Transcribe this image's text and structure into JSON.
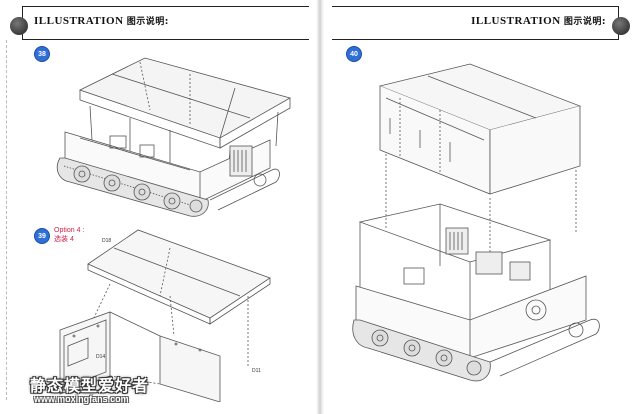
{
  "left_page": {
    "header_title": "ILLUSTRATION",
    "header_title_cn": "图示说明:",
    "steps": [
      {
        "number": "38"
      },
      {
        "number": "39",
        "option_label": "Option 4 :",
        "option_label_cn": "选装 4"
      }
    ],
    "part_labels": [
      "D18",
      "D14",
      "D11"
    ]
  },
  "right_page": {
    "header_title": "ILLUSTRATION",
    "header_title_cn": "图示说明:",
    "steps": [
      {
        "number": "40"
      }
    ]
  },
  "watermark": {
    "title": "静态模型爱好者",
    "url": "www.moxingfans.com"
  },
  "colors": {
    "step_badge": "#2f6fd6",
    "option_text": "#d1224a",
    "line_art": "#555555"
  }
}
